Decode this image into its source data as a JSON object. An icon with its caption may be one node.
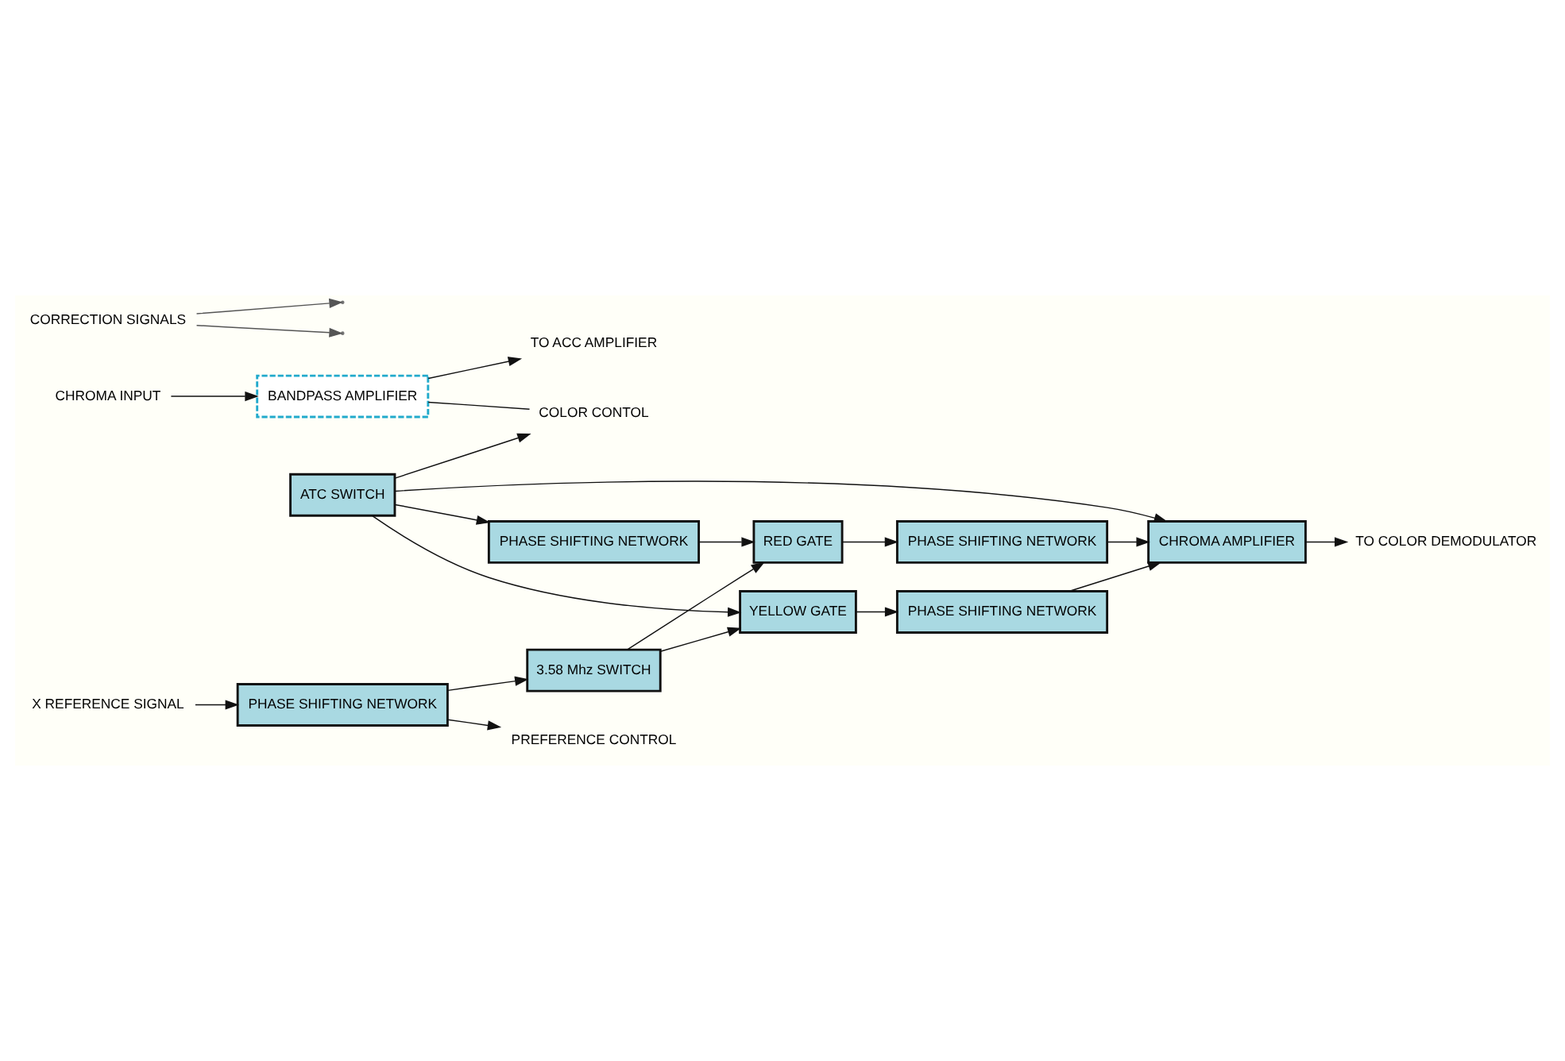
{
  "diagram": {
    "nodes": [
      {
        "text": [
          "CHROMA INPUT"
        ]
      },
      {
        "text": [
          "BANDPASS AMPLIFIER"
        ]
      },
      {
        "text": [
          "TO ACC AMPLIFIER"
        ]
      },
      {
        "text": [
          "COLOR CONTOL"
        ]
      },
      {
        "text": [
          "CHROMA AMPLIFIER"
        ]
      },
      {
        "text": [
          "TO COLOR DEMODULATOR"
        ]
      },
      {
        "text": [
          "ATC SWITCH"
        ]
      },
      {
        "text": [
          "YELLOW GATE"
        ]
      },
      {
        "text": [
          "PHASE SHIFTING NETWORK"
        ]
      },
      {
        "text": [
          "PHASE SHIFTING NETWORK"
        ]
      },
      {
        "text": [
          "RED GATE"
        ]
      },
      {
        "text": [
          "PHASE SHIFTING NETWORK"
        ]
      },
      {
        "text": [
          "CORRECTION SIGNALS"
        ]
      },
      {
        "text": [
          "X REFERENCE SIGNAL"
        ]
      },
      {
        "text": [
          "PHASE SHIFTING NETWORK"
        ]
      },
      {
        "text": [
          "PREFERENCE CONTROL"
        ]
      },
      {
        "text": [
          "3.58 Mhz SWITCH"
        ]
      }
    ],
    "edges": [
      {
        "from": 0,
        "to": 1,
        "arrow": "to"
      },
      {
        "from": 1,
        "to": 2,
        "arrow": "to"
      },
      {
        "from": 1,
        "to": 3,
        "arrow": "none"
      },
      {
        "from": 6,
        "to": 3,
        "arrow": "to"
      },
      {
        "from": 6,
        "to": 4,
        "arrow": "to"
      },
      {
        "from": 4,
        "to": 5,
        "arrow": "to"
      },
      {
        "from": 6,
        "to": 7,
        "arrow": "to"
      },
      {
        "from": 6,
        "to": 9,
        "arrow": "to"
      },
      {
        "from": 7,
        "to": 8,
        "arrow": "to"
      },
      {
        "from": 9,
        "to": 10,
        "arrow": "to"
      },
      {
        "from": 10,
        "to": 11,
        "arrow": "to"
      },
      {
        "from": 8,
        "to": 4,
        "arrow": "to"
      },
      {
        "from": 11,
        "to": 4,
        "arrow": "to"
      },
      {
        "from": 12,
        "to": null,
        "arrow": "to"
      },
      {
        "from": 12,
        "to": null,
        "arrow": "to"
      },
      {
        "from": 16,
        "to": 7,
        "arrow": "to"
      },
      {
        "from": 16,
        "to": 10,
        "arrow": "to"
      },
      {
        "from": 13,
        "to": 14,
        "arrow": "to"
      },
      {
        "from": 14,
        "to": 16,
        "arrow": "to"
      },
      {
        "from": 14,
        "to": 15,
        "arrow": "to"
      }
    ]
  }
}
